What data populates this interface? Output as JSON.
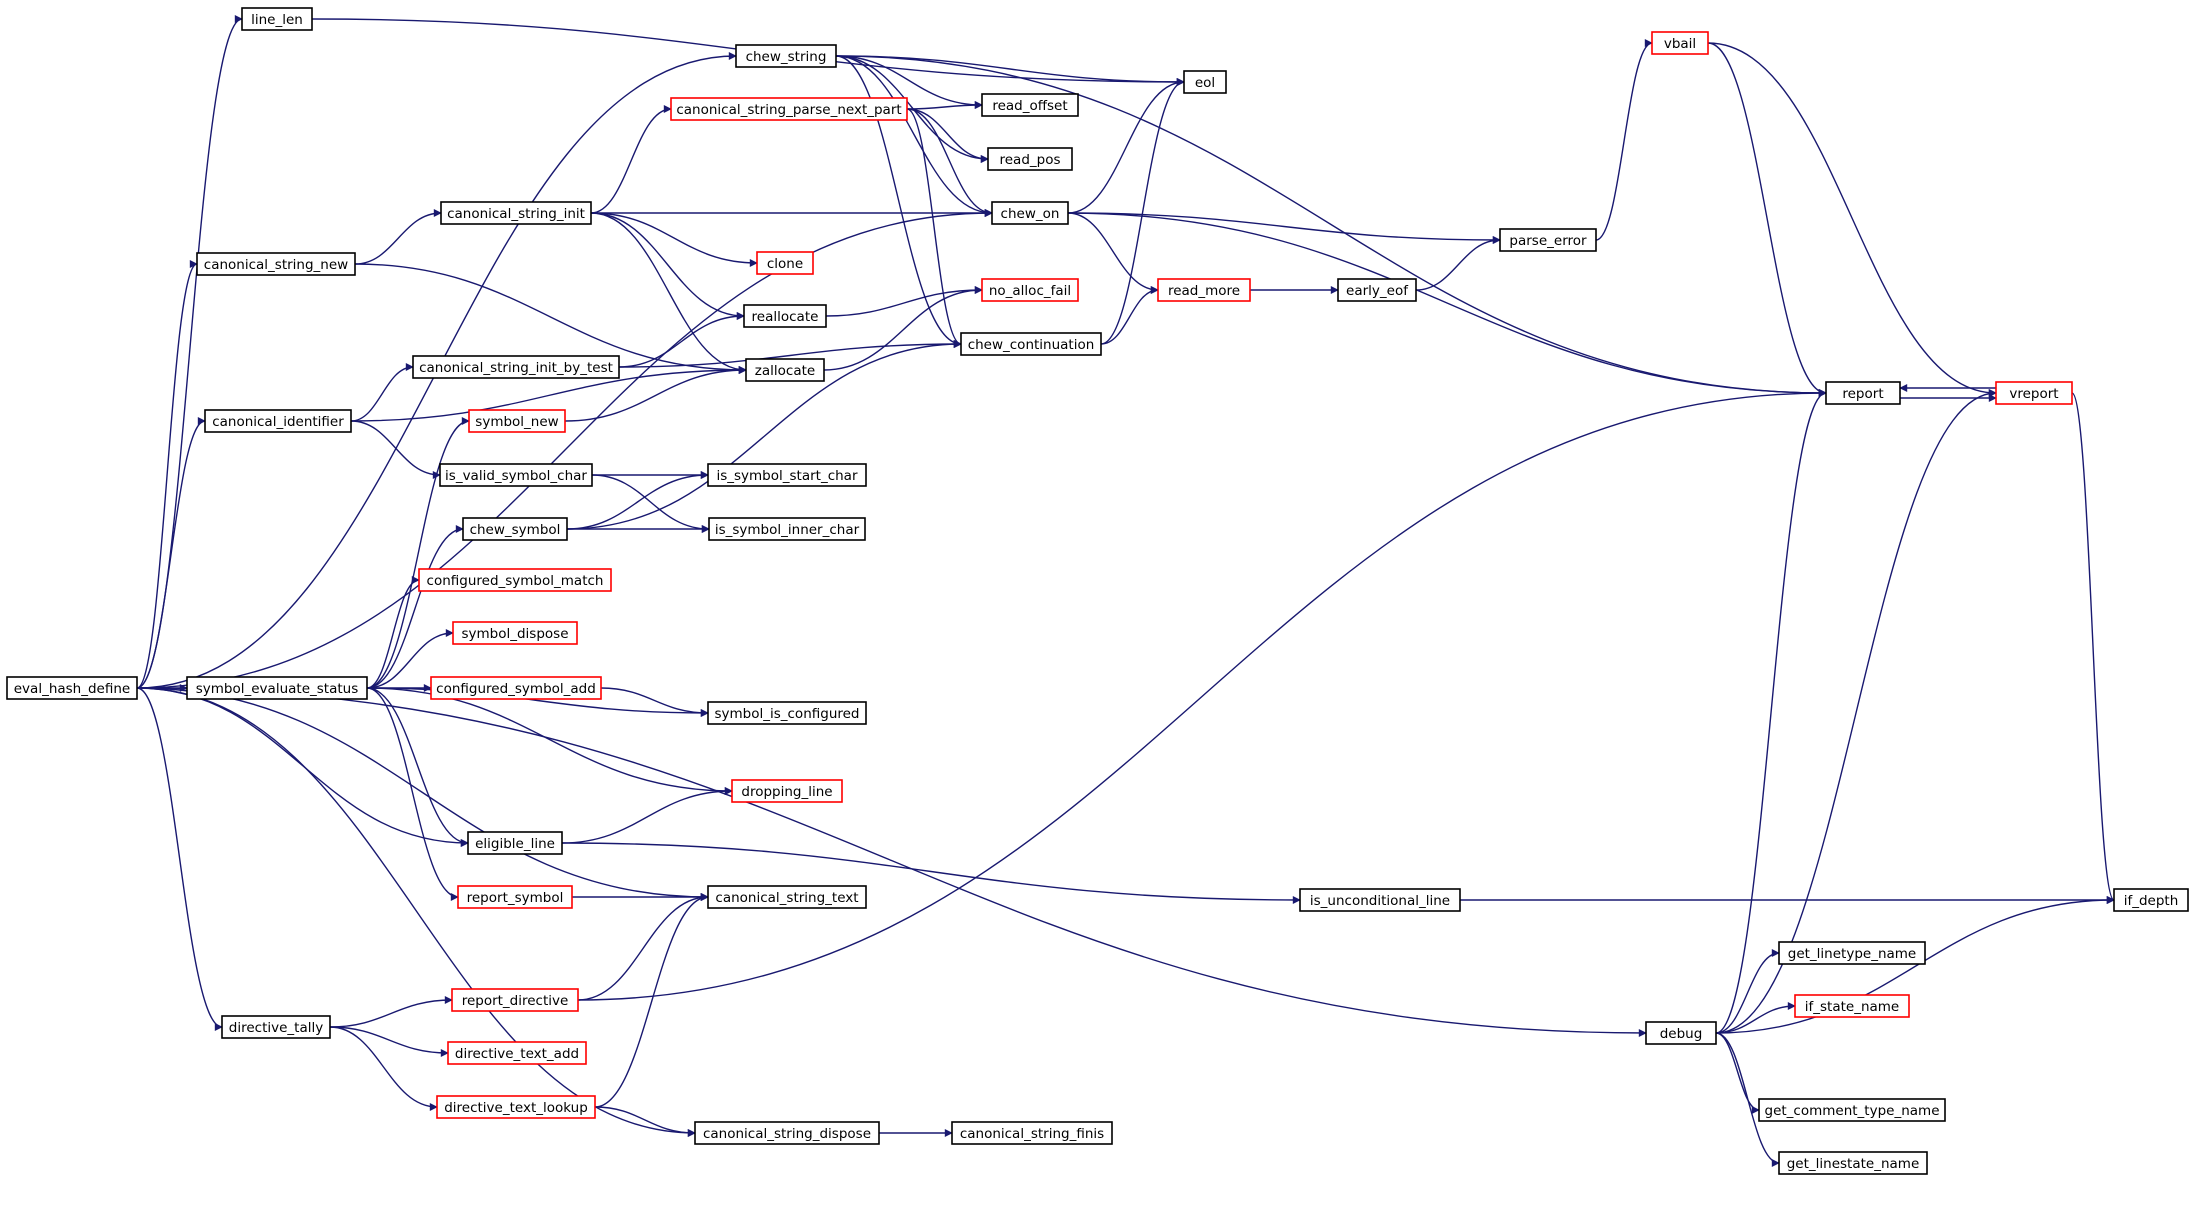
{
  "colors": {
    "edge": "#191970",
    "normal_border": "#000000",
    "truncated_border": "#ff0000",
    "root_fill": "#bfbfbf"
  },
  "nodes": [
    {
      "id": "eval_hash_define",
      "label": "eval_hash_define",
      "kind": "root"
    },
    {
      "id": "line_len",
      "label": "line_len",
      "kind": "normal"
    },
    {
      "id": "chew_string",
      "label": "chew_string",
      "kind": "normal"
    },
    {
      "id": "eol",
      "label": "eol",
      "kind": "normal"
    },
    {
      "id": "canonical_string_parse_next_part",
      "label": "canonical_string_parse_next_part",
      "kind": "truncated"
    },
    {
      "id": "read_offset",
      "label": "read_offset",
      "kind": "normal"
    },
    {
      "id": "read_pos",
      "label": "read_pos",
      "kind": "normal"
    },
    {
      "id": "canonical_string_init",
      "label": "canonical_string_init",
      "kind": "normal"
    },
    {
      "id": "chew_on",
      "label": "chew_on",
      "kind": "normal"
    },
    {
      "id": "canonical_string_new",
      "label": "canonical_string_new",
      "kind": "normal"
    },
    {
      "id": "clone",
      "label": "clone",
      "kind": "truncated"
    },
    {
      "id": "reallocate",
      "label": "reallocate",
      "kind": "normal"
    },
    {
      "id": "no_alloc_fail",
      "label": "no_alloc_fail",
      "kind": "truncated"
    },
    {
      "id": "read_more",
      "label": "read_more",
      "kind": "truncated"
    },
    {
      "id": "early_eof",
      "label": "early_eof",
      "kind": "normal"
    },
    {
      "id": "parse_error",
      "label": "parse_error",
      "kind": "normal"
    },
    {
      "id": "vbail",
      "label": "vbail",
      "kind": "truncated"
    },
    {
      "id": "canonical_string_init_by_test",
      "label": "canonical_string_init_by_test",
      "kind": "normal"
    },
    {
      "id": "zallocate",
      "label": "zallocate",
      "kind": "normal"
    },
    {
      "id": "chew_continuation",
      "label": "chew_continuation",
      "kind": "normal"
    },
    {
      "id": "report",
      "label": "report",
      "kind": "normal"
    },
    {
      "id": "vreport",
      "label": "vreport",
      "kind": "truncated"
    },
    {
      "id": "canonical_identifier",
      "label": "canonical_identifier",
      "kind": "normal"
    },
    {
      "id": "symbol_new",
      "label": "symbol_new",
      "kind": "truncated"
    },
    {
      "id": "is_valid_symbol_char",
      "label": "is_valid_symbol_char",
      "kind": "normal"
    },
    {
      "id": "is_symbol_start_char",
      "label": "is_symbol_start_char",
      "kind": "normal"
    },
    {
      "id": "chew_symbol",
      "label": "chew_symbol",
      "kind": "normal"
    },
    {
      "id": "is_symbol_inner_char",
      "label": "is_symbol_inner_char",
      "kind": "normal"
    },
    {
      "id": "configured_symbol_match",
      "label": "configured_symbol_match",
      "kind": "truncated"
    },
    {
      "id": "symbol_dispose",
      "label": "symbol_dispose",
      "kind": "truncated"
    },
    {
      "id": "symbol_evaluate_status",
      "label": "symbol_evaluate_status",
      "kind": "normal"
    },
    {
      "id": "configured_symbol_add",
      "label": "configured_symbol_add",
      "kind": "truncated"
    },
    {
      "id": "symbol_is_configured",
      "label": "symbol_is_configured",
      "kind": "normal"
    },
    {
      "id": "dropping_line",
      "label": "dropping_line",
      "kind": "truncated"
    },
    {
      "id": "eligible_line",
      "label": "eligible_line",
      "kind": "normal"
    },
    {
      "id": "report_symbol",
      "label": "report_symbol",
      "kind": "truncated"
    },
    {
      "id": "canonical_string_text",
      "label": "canonical_string_text",
      "kind": "normal"
    },
    {
      "id": "is_unconditional_line",
      "label": "is_unconditional_line",
      "kind": "normal"
    },
    {
      "id": "if_depth",
      "label": "if_depth",
      "kind": "normal"
    },
    {
      "id": "get_linetype_name",
      "label": "get_linetype_name",
      "kind": "normal"
    },
    {
      "id": "report_directive",
      "label": "report_directive",
      "kind": "truncated"
    },
    {
      "id": "if_state_name",
      "label": "if_state_name",
      "kind": "truncated"
    },
    {
      "id": "directive_tally",
      "label": "directive_tally",
      "kind": "normal"
    },
    {
      "id": "debug",
      "label": "debug",
      "kind": "normal"
    },
    {
      "id": "directive_text_add",
      "label": "directive_text_add",
      "kind": "truncated"
    },
    {
      "id": "directive_text_lookup",
      "label": "directive_text_lookup",
      "kind": "truncated"
    },
    {
      "id": "get_comment_type_name",
      "label": "get_comment_type_name",
      "kind": "normal"
    },
    {
      "id": "canonical_string_dispose",
      "label": "canonical_string_dispose",
      "kind": "normal"
    },
    {
      "id": "canonical_string_finis",
      "label": "canonical_string_finis",
      "kind": "normal"
    },
    {
      "id": "get_linestate_name",
      "label": "get_linestate_name",
      "kind": "normal"
    }
  ],
  "edges": [
    [
      "eval_hash_define",
      "line_len"
    ],
    [
      "eval_hash_define",
      "chew_string"
    ],
    [
      "eval_hash_define",
      "chew_on"
    ],
    [
      "eval_hash_define",
      "canonical_string_new"
    ],
    [
      "eval_hash_define",
      "canonical_identifier"
    ],
    [
      "eval_hash_define",
      "symbol_evaluate_status"
    ],
    [
      "eval_hash_define",
      "eligible_line"
    ],
    [
      "eval_hash_define",
      "canonical_string_text"
    ],
    [
      "eval_hash_define",
      "directive_tally"
    ],
    [
      "eval_hash_define",
      "canonical_string_dispose"
    ],
    [
      "eval_hash_define",
      "debug"
    ],
    [
      "line_len",
      "eol"
    ],
    [
      "chew_string",
      "eol"
    ],
    [
      "chew_string",
      "read_offset"
    ],
    [
      "chew_string",
      "read_pos"
    ],
    [
      "chew_string",
      "chew_on"
    ],
    [
      "chew_string",
      "chew_continuation"
    ],
    [
      "chew_string",
      "report"
    ],
    [
      "canonical_string_parse_next_part",
      "read_offset"
    ],
    [
      "canonical_string_parse_next_part",
      "read_pos"
    ],
    [
      "canonical_string_parse_next_part",
      "chew_on"
    ],
    [
      "canonical_string_parse_next_part",
      "chew_continuation"
    ],
    [
      "canonical_string_init",
      "canonical_string_parse_next_part"
    ],
    [
      "canonical_string_init",
      "chew_on"
    ],
    [
      "canonical_string_init",
      "clone"
    ],
    [
      "canonical_string_init",
      "reallocate"
    ],
    [
      "canonical_string_init",
      "zallocate"
    ],
    [
      "canonical_string_new",
      "canonical_string_init"
    ],
    [
      "canonical_string_new",
      "zallocate"
    ],
    [
      "chew_on",
      "eol"
    ],
    [
      "chew_on",
      "read_more"
    ],
    [
      "chew_on",
      "parse_error"
    ],
    [
      "chew_on",
      "report"
    ],
    [
      "reallocate",
      "no_alloc_fail"
    ],
    [
      "zallocate",
      "no_alloc_fail"
    ],
    [
      "read_more",
      "early_eof"
    ],
    [
      "early_eof",
      "parse_error"
    ],
    [
      "parse_error",
      "vbail"
    ],
    [
      "vbail",
      "report"
    ],
    [
      "vbail",
      "vreport"
    ],
    [
      "chew_continuation",
      "eol"
    ],
    [
      "chew_continuation",
      "read_more"
    ],
    [
      "canonical_identifier",
      "zallocate"
    ],
    [
      "canonical_identifier",
      "canonical_string_init_by_test"
    ],
    [
      "canonical_identifier",
      "is_valid_symbol_char"
    ],
    [
      "canonical_string_init_by_test",
      "reallocate"
    ],
    [
      "canonical_string_init_by_test",
      "chew_continuation"
    ],
    [
      "symbol_new",
      "zallocate"
    ],
    [
      "is_valid_symbol_char",
      "is_symbol_start_char"
    ],
    [
      "is_valid_symbol_char",
      "is_symbol_inner_char"
    ],
    [
      "chew_symbol",
      "is_symbol_start_char"
    ],
    [
      "chew_symbol",
      "is_symbol_inner_char"
    ],
    [
      "chew_symbol",
      "chew_continuation"
    ],
    [
      "symbol_evaluate_status",
      "symbol_new"
    ],
    [
      "symbol_evaluate_status",
      "chew_symbol"
    ],
    [
      "symbol_evaluate_status",
      "configured_symbol_match"
    ],
    [
      "symbol_evaluate_status",
      "symbol_dispose"
    ],
    [
      "symbol_evaluate_status",
      "configured_symbol_add"
    ],
    [
      "symbol_evaluate_status",
      "symbol_is_configured"
    ],
    [
      "symbol_evaluate_status",
      "dropping_line"
    ],
    [
      "symbol_evaluate_status",
      "eligible_line"
    ],
    [
      "symbol_evaluate_status",
      "report_symbol"
    ],
    [
      "configured_symbol_add",
      "symbol_is_configured"
    ],
    [
      "eligible_line",
      "dropping_line"
    ],
    [
      "eligible_line",
      "is_unconditional_line"
    ],
    [
      "report_symbol",
      "canonical_string_text"
    ],
    [
      "is_unconditional_line",
      "if_depth"
    ],
    [
      "report",
      "vreport"
    ],
    [
      "vreport",
      "report"
    ],
    [
      "vreport",
      "if_depth"
    ],
    [
      "directive_tally",
      "report_directive"
    ],
    [
      "directive_tally",
      "directive_text_add"
    ],
    [
      "directive_tally",
      "directive_text_lookup"
    ],
    [
      "report_directive",
      "canonical_string_text"
    ],
    [
      "report_directive",
      "report"
    ],
    [
      "directive_text_lookup",
      "canonical_string_text"
    ],
    [
      "directive_text_lookup",
      "canonical_string_dispose"
    ],
    [
      "canonical_string_dispose",
      "canonical_string_finis"
    ],
    [
      "debug",
      "report"
    ],
    [
      "debug",
      "vreport"
    ],
    [
      "debug",
      "get_linetype_name"
    ],
    [
      "debug",
      "if_state_name"
    ],
    [
      "debug",
      "if_depth"
    ],
    [
      "debug",
      "get_comment_type_name"
    ],
    [
      "debug",
      "get_linestate_name"
    ]
  ]
}
